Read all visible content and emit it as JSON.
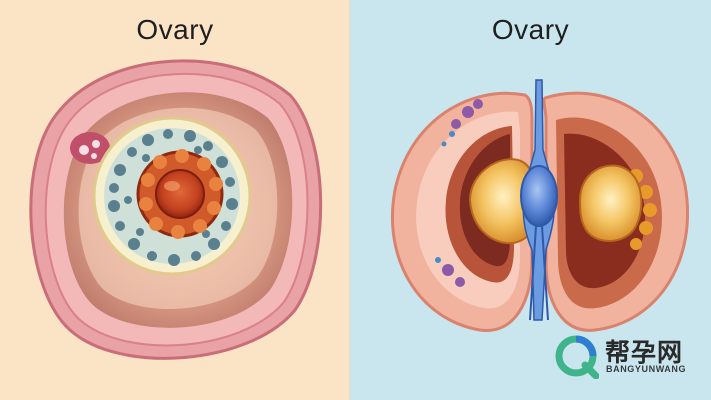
{
  "left_panel": {
    "title": "Ovary",
    "background": "#fbe3c6"
  },
  "right_panel": {
    "title": "Ovary",
    "background": "#c9e6ef"
  },
  "watermark": {
    "brand_cn": "帮孕网",
    "brand_en": "BANGYUNWANG"
  }
}
